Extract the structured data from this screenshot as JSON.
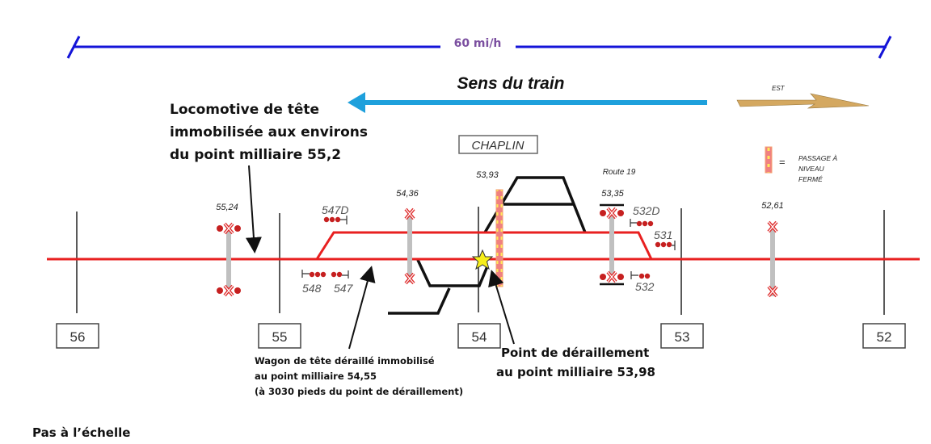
{
  "speed": {
    "label": "60 mi/h",
    "color": "#7b4fa0",
    "line_color": "#1414d8"
  },
  "direction": {
    "label": "Sens du train",
    "arrow_color": "#1ea0dc",
    "est_label": "EST",
    "est_color": "#d4a860"
  },
  "station": "CHAPLIN",
  "road_label": "Route 19",
  "track_color": "#e82020",
  "mileposts": [
    "56",
    "55",
    "54",
    "53",
    "52"
  ],
  "crossings": [
    "55,24",
    "54,36",
    "53,93",
    "53,35",
    "52,61"
  ],
  "signals": [
    "547D",
    "548",
    "547",
    "532D",
    "531",
    "532"
  ],
  "legend": {
    "symbol": "=",
    "lines": [
      "PASSAGE À",
      "NIVEAU",
      "FERMÉ"
    ]
  },
  "annotations": {
    "locomotive": [
      "Locomotive de tête",
      "immobilisée aux environs",
      "du point milliaire 55,2"
    ],
    "wagon": [
      "Wagon de tête déraillé immobilisé",
      "au point milliaire 54,55",
      "(à 3030 pieds du point de déraillement)"
    ],
    "derailment": [
      "Point de déraillement",
      "au point milliaire 53,98"
    ]
  },
  "footer": "Pas à l’échelle"
}
